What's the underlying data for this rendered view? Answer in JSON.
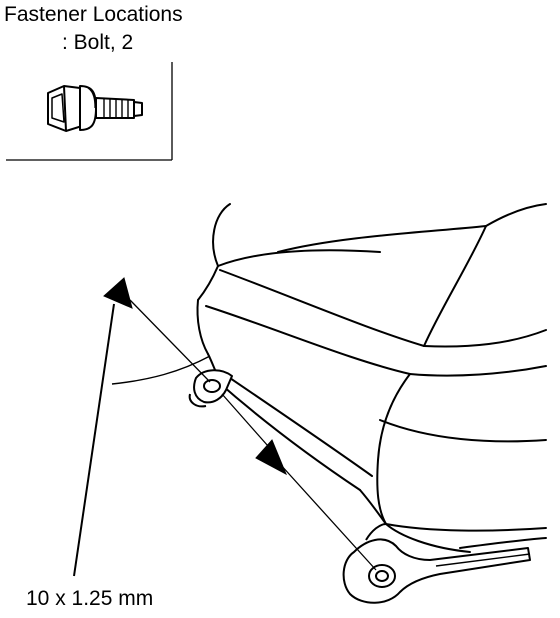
{
  "legend": {
    "title": "Fastener Locations",
    "subtitle": ": Bolt, 2"
  },
  "callout": {
    "size_label": "10 x 1.25 mm"
  },
  "colors": {
    "line": "#000000",
    "background": "#ffffff"
  },
  "icons": {
    "legend_bolt": "hex-flange-bolt-icon",
    "fastener_marker": "filled-triangle-marker-icon"
  }
}
